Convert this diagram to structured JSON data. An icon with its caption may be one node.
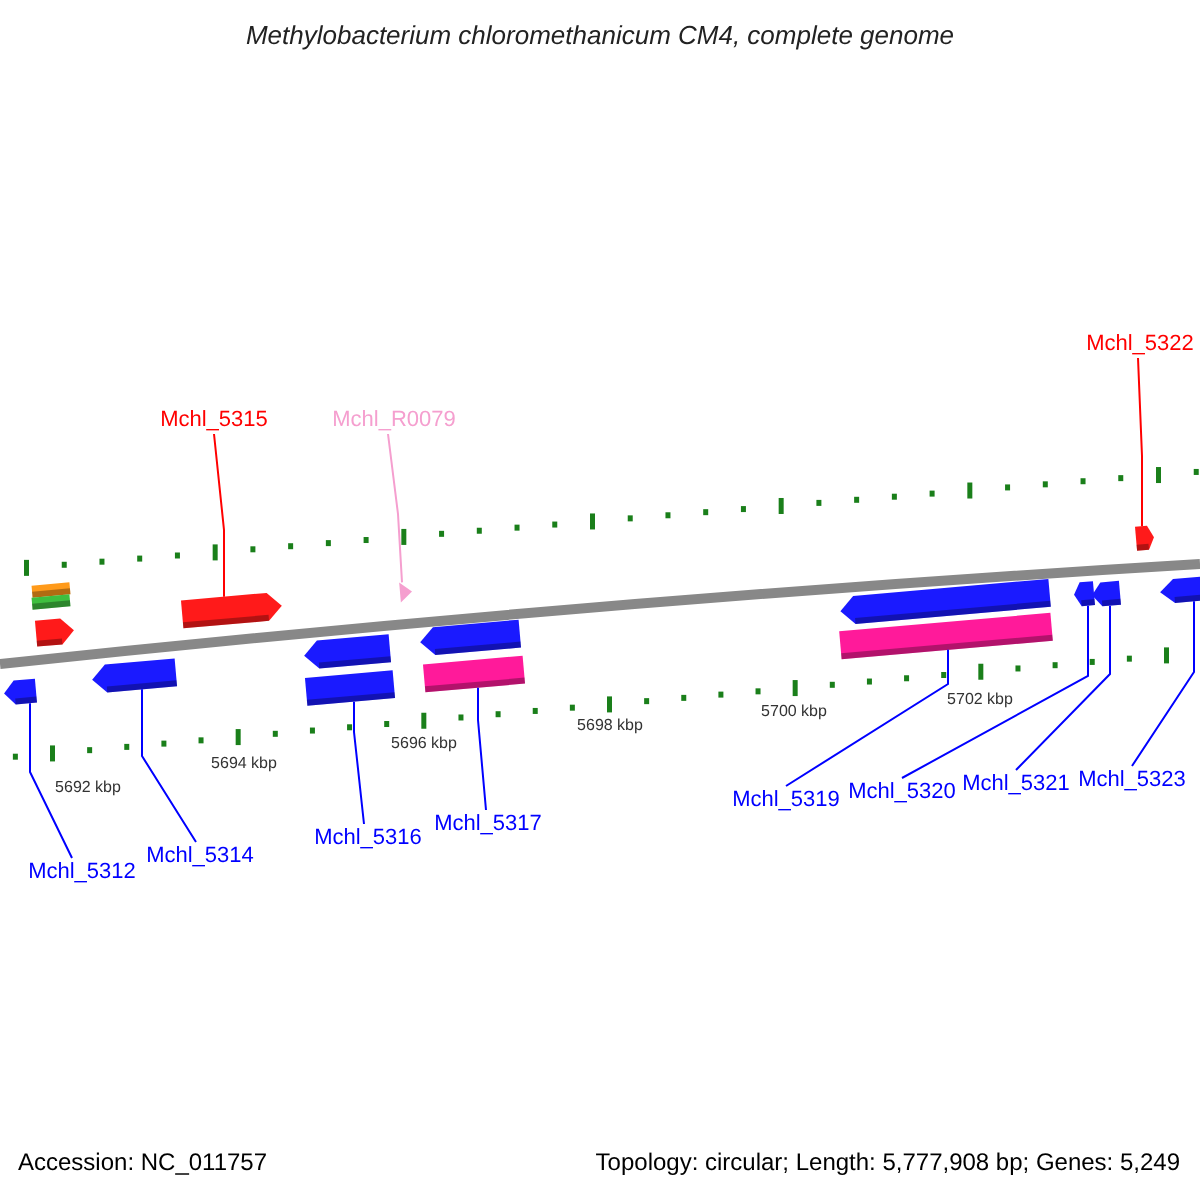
{
  "diagram": {
    "title": "Methylobacterium chloromethanicum CM4, complete genome",
    "nodes": [
      {
        "text": [
          "Mchl_5315"
        ]
      },
      {
        "text": [
          "Mchl_R0079"
        ]
      },
      {
        "text": [
          "Mchl_5322"
        ]
      },
      {
        "text": [
          "Mchl_5312"
        ]
      },
      {
        "text": [
          "Mchl_5314"
        ]
      },
      {
        "text": [
          "Mchl_5316"
        ]
      },
      {
        "text": [
          "Mchl_5317"
        ]
      },
      {
        "text": [
          "Mchl_5319"
        ]
      },
      {
        "text": [
          "Mchl_5320"
        ]
      },
      {
        "text": [
          "Mchl_5321"
        ]
      },
      {
        "text": [
          "Mchl_5323"
        ]
      },
      {
        "text": [],
        "shape": "box"
      },
      {
        "text": [],
        "shape": "box"
      },
      {
        "text": [],
        "shape": "arrow"
      },
      {
        "text": [],
        "shape": "arrow"
      },
      {
        "text": [],
        "shape": "arrow"
      },
      {
        "text": [],
        "shape": "arrow"
      },
      {
        "text": [],
        "shape": "arrow"
      },
      {
        "text": [],
        "shape": "box"
      },
      {
        "text": [],
        "shape": "arrow"
      },
      {
        "text": [],
        "shape": "arrow"
      },
      {
        "text": [],
        "shape": "box"
      },
      {
        "text": [],
        "shape": "arrow"
      },
      {
        "text": [],
        "shape": "box"
      },
      {
        "text": [],
        "shape": "arrow"
      },
      {
        "text": [],
        "shape": "arrow"
      },
      {
        "text": [],
        "shape": "arrow"
      },
      {
        "text": [],
        "shape": "arrow"
      }
    ],
    "edges": [
      {
        "from": 0,
        "to": 16,
        "arrow": "none",
        "color": "#ff0000"
      },
      {
        "from": 1,
        "to": 19,
        "arrow": "none",
        "color": "#f59fcf"
      },
      {
        "from": 2,
        "to": 26,
        "arrow": "none",
        "color": "#ff0000"
      },
      {
        "from": 3,
        "to": 14,
        "arrow": "none"
      },
      {
        "from": 4,
        "to": 15,
        "arrow": "none"
      },
      {
        "from": 5,
        "to": 18,
        "arrow": "none"
      },
      {
        "from": 6,
        "to": 21,
        "arrow": "none"
      },
      {
        "from": 7,
        "to": 23,
        "arrow": "none"
      },
      {
        "from": 8,
        "to": 24,
        "arrow": "none"
      },
      {
        "from": 9,
        "to": 25,
        "arrow": "none"
      },
      {
        "from": 10,
        "to": 27,
        "arrow": "none"
      }
    ],
    "labels": [
      "5692 kbp",
      "5694 kbp",
      "5696 kbp",
      "5698 kbp",
      "5700 kbp",
      "5702 kbp",
      "Accession: NC_011757",
      "Topology: circular; Length: 5,777,908 bp; Genes: 5,249"
    ]
  }
}
